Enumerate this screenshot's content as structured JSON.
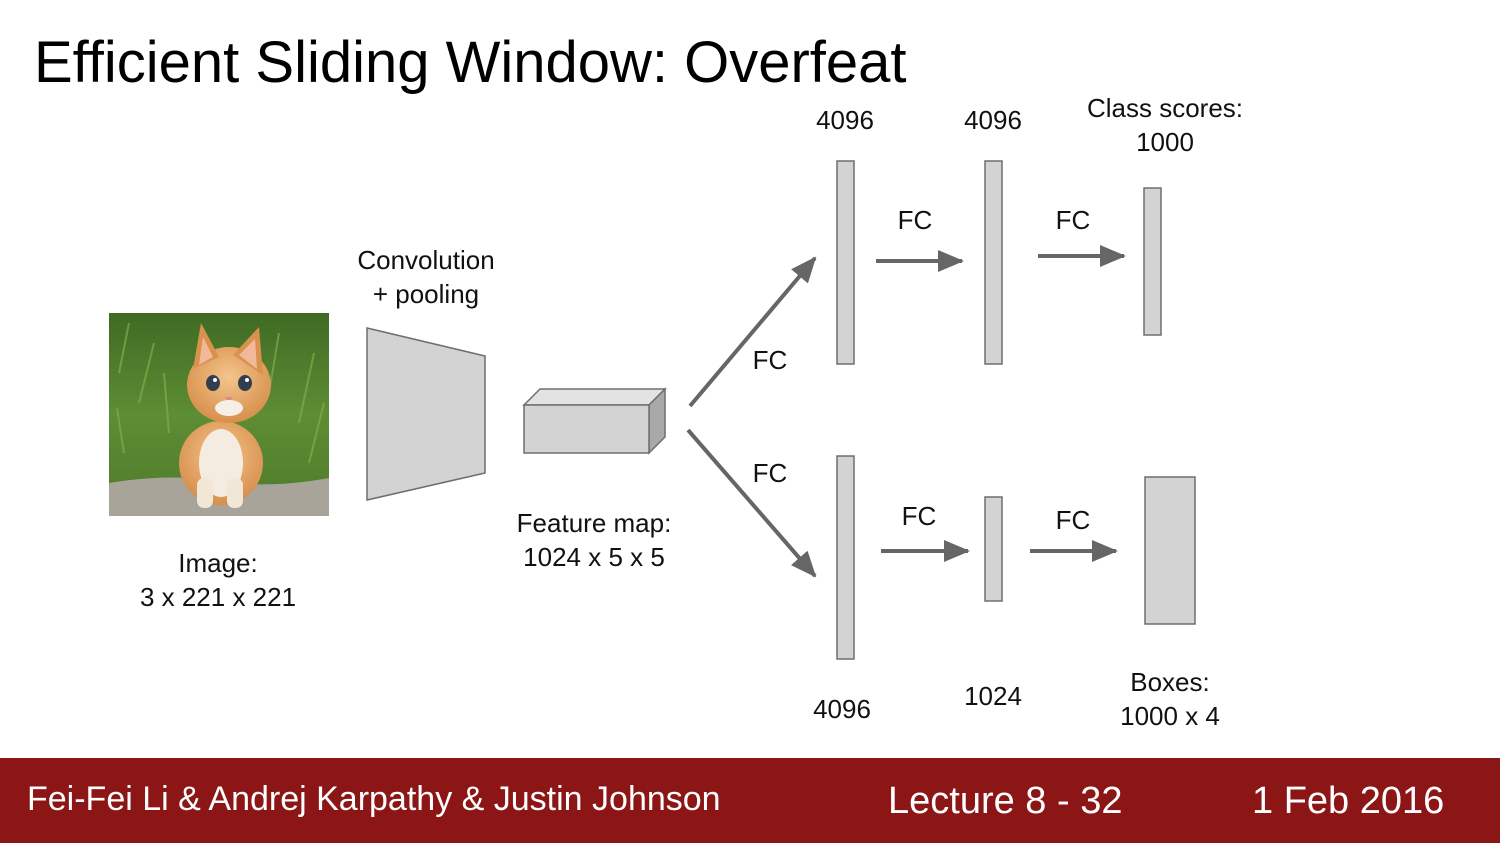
{
  "slide": {
    "title": "Efficient Sliding Window: Overfeat"
  },
  "image_block": {
    "label_line1": "Image:",
    "label_line2": "3 x 221 x 221",
    "picture_subject": "kitten-photo"
  },
  "conv_block": {
    "label_line1": "Convolution",
    "label_line2": "+ pooling"
  },
  "feature_block": {
    "label_line1": "Feature map:",
    "label_line2": "1024 x 5 x 5"
  },
  "top_branch": {
    "edge_label": "FC",
    "layer1_size": "4096",
    "arrow1_label": "FC",
    "layer2_size": "4096",
    "arrow2_label": "FC",
    "output_line1": "Class scores:",
    "output_line2": "1000"
  },
  "bottom_branch": {
    "edge_label": "FC",
    "layer1_size": "4096",
    "arrow1_label": "FC",
    "layer2_size": "1024",
    "arrow2_label": "FC",
    "output_line1": "Boxes:",
    "output_line2": "1000 x 4"
  },
  "footer": {
    "authors": "Fei-Fei Li & Andrej Karpathy & Justin Johnson",
    "lecture": "Lecture 8 - 32",
    "date": "1 Feb 2016"
  },
  "colors": {
    "footer_bg": "#8c1515",
    "block_fill": "#d3d3d3",
    "block_stroke": "#6e6e6e",
    "arrow": "#666666"
  }
}
